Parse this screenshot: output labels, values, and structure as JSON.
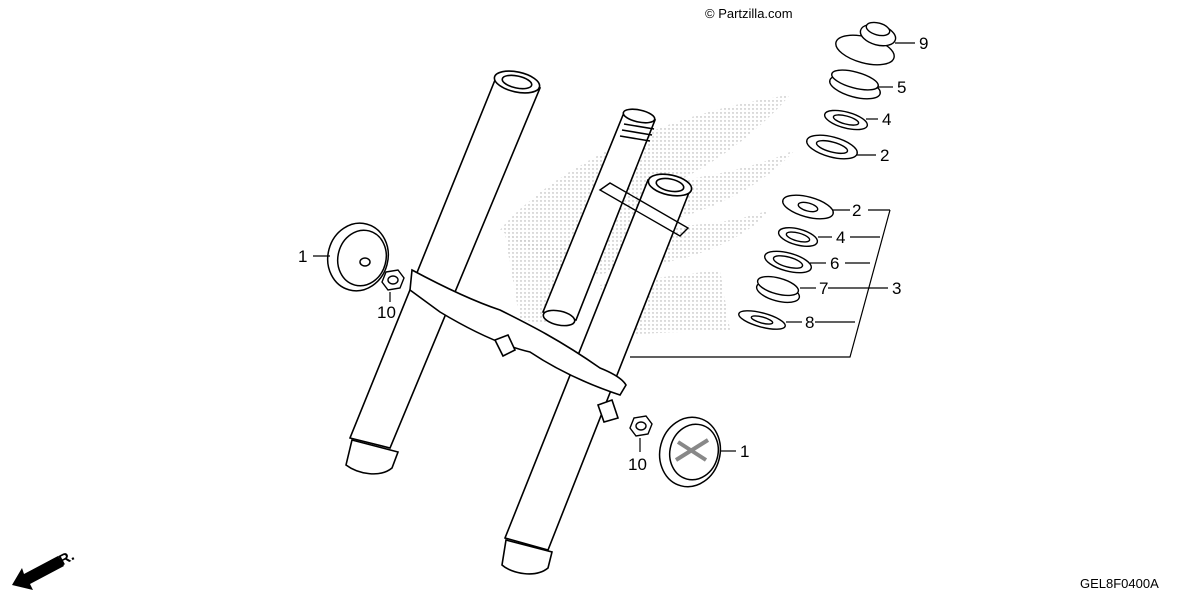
{
  "watermark": {
    "copyright": "© Partzilla.com"
  },
  "diagram_code": "GEL8F0400A",
  "front_indicator": "FR.",
  "callouts": {
    "c9": "9",
    "c5": "5",
    "c4_top": "4",
    "c2_top": "2",
    "c2_mid": "2",
    "c4_mid": "4",
    "c6": "6",
    "c7": "7",
    "c3": "3",
    "c8": "8",
    "c1_left": "1",
    "c10_left": "10",
    "c10_right": "10",
    "c1_right": "1"
  },
  "colors": {
    "line": "#000000",
    "watermark_dots": "#b0b0b0"
  }
}
